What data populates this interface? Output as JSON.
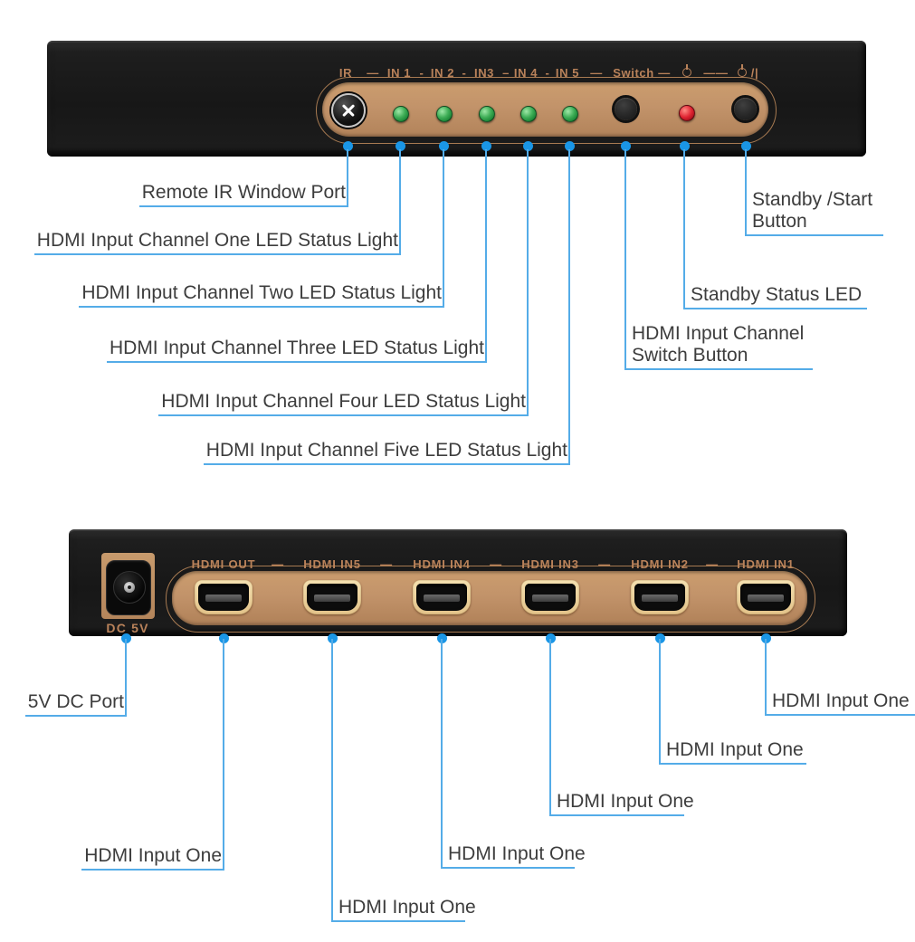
{
  "front": {
    "legend": [
      "IR",
      "—",
      "IN 1",
      "-",
      "IN 2",
      "-",
      "IN3",
      "–",
      "IN 4",
      "-",
      "IN 5",
      "—",
      "Switch",
      "—",
      "——",
      "/|"
    ],
    "callouts": {
      "ir": "Remote IR Window Port",
      "in1": "HDMI Input Channel One LED Status Light",
      "in2": "HDMI Input Channel Two LED Status Light",
      "in3": "HDMI Input Channel Three LED Status Light",
      "in4": "HDMI Input Channel Four LED Status Light",
      "in5": "HDMI Input Channel Five LED Status Light",
      "standby_button": "Standby /Start Button",
      "standby_led": "Standby Status LED",
      "switch_button": "HDMI Input Channel Switch Button"
    }
  },
  "back": {
    "dc_label": "DC 5V",
    "legend": [
      "HDMI OUT",
      "—",
      "HDMI IN5",
      "—",
      "HDMI IN4",
      "—",
      "HDMI IN3",
      "—",
      "HDMI IN2",
      "—",
      "HDMI IN1"
    ],
    "callouts": {
      "dc": "5V DC Port",
      "out": "HDMI Input One",
      "in5": "HDMI Input One",
      "in4": "HDMI Input One",
      "in3": "HDMI Input One",
      "in2": "HDMI Input One",
      "in1": "HDMI Input One"
    }
  },
  "colors": {
    "callout_line": "#54ace8",
    "callout_dot": "#1a96e6",
    "callout_text": "#3d3d3d",
    "panel_tan": "#c2936a",
    "legend_text": "#b9825a",
    "led_green": "#3fae57",
    "led_red": "#e02432",
    "device_black": "#1c1c1c"
  }
}
